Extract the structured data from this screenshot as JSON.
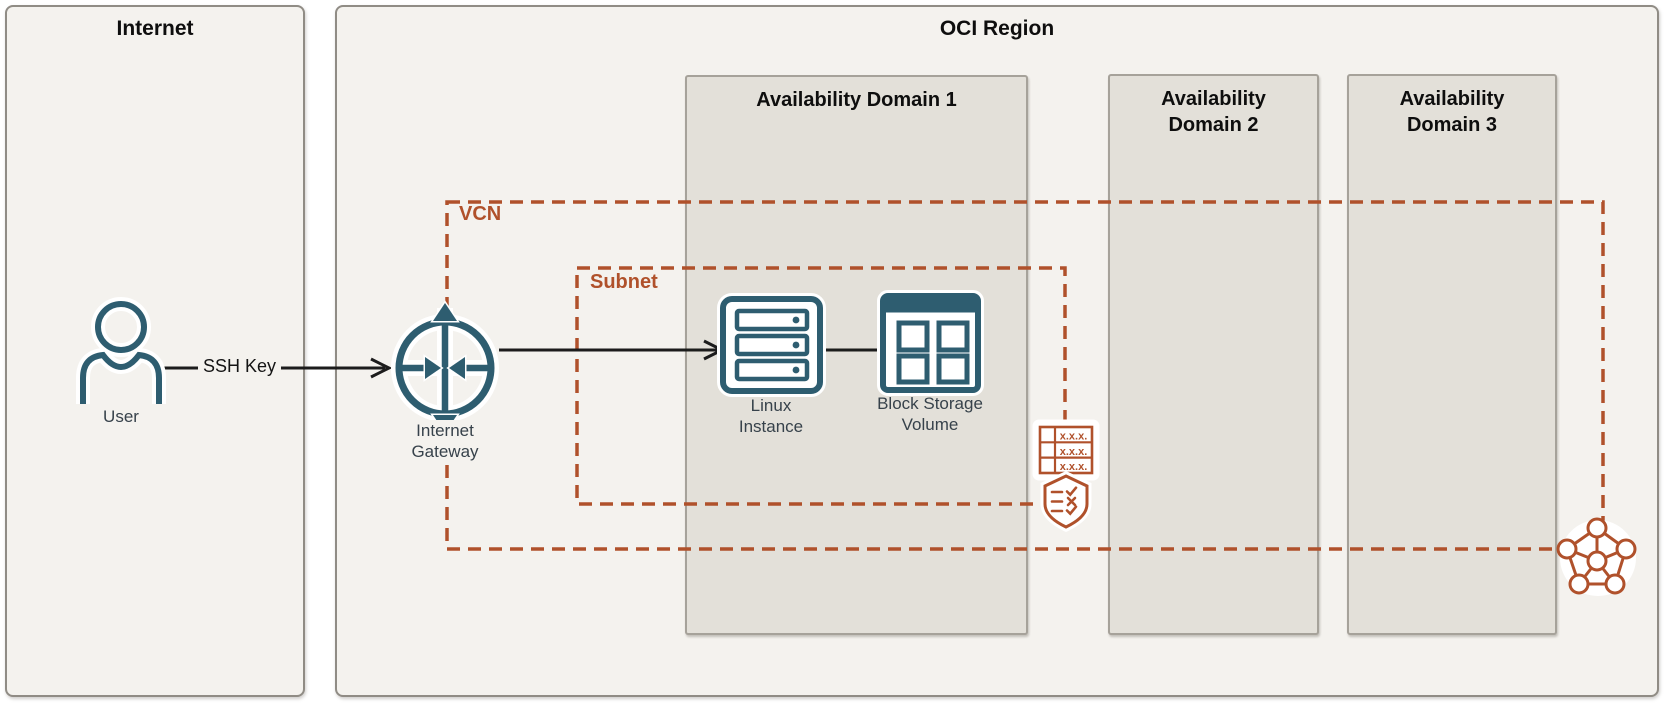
{
  "colors": {
    "accent_orange": "#b0512b",
    "icon_teal": "#2e5d70",
    "panel_background": "#f4f2ee",
    "availability_domain_background": "#e3e0d9",
    "arrow_black": "#1c1c1c"
  },
  "internet": {
    "title": "Internet",
    "user_label": "User"
  },
  "connections": {
    "ssh_key_label": "SSH Key"
  },
  "region": {
    "title": "OCI Region",
    "availability_domains": [
      "Availability Domain 1",
      "Availability Domain 2",
      "Availability Domain 3"
    ],
    "vcn": {
      "label": "VCN"
    },
    "subnet": {
      "label": "Subnet"
    },
    "internet_gateway_label": "Internet Gateway",
    "linux_instance_label": "Linux Instance",
    "block_storage_label": "Block Storage Volume",
    "route_table_rows": [
      "x.x.x.",
      "x.x.x.",
      "x.x.x."
    ]
  }
}
